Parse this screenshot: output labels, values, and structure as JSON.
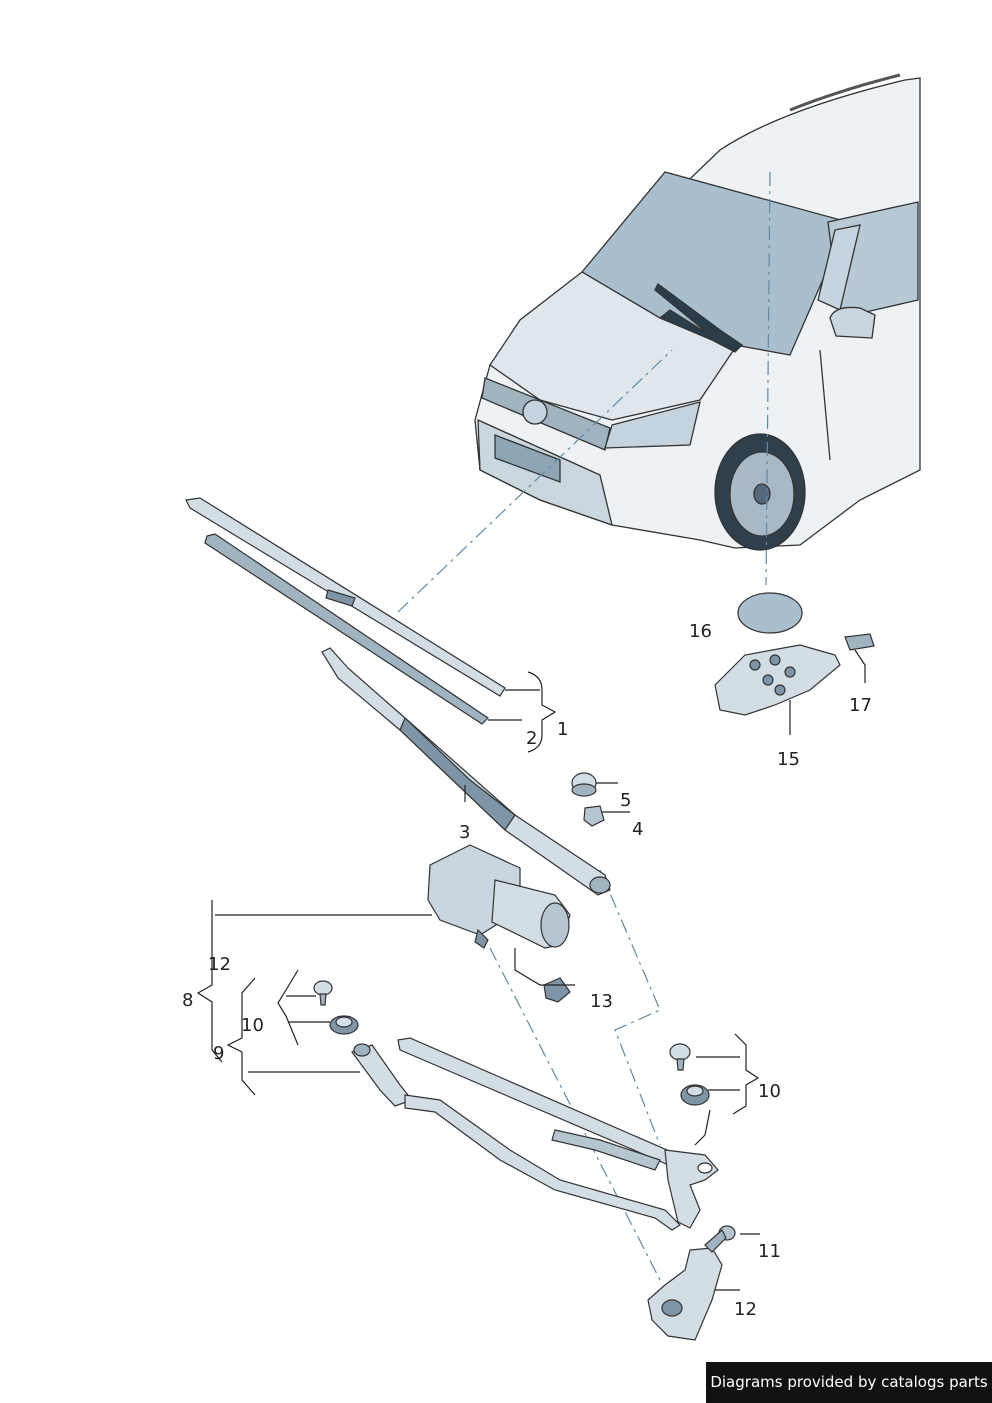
{
  "callouts": {
    "c1": "1",
    "c2": "2",
    "c3": "3",
    "c4": "4",
    "c5": "5",
    "c8": "8",
    "c9": "9",
    "c10a": "10",
    "c10b": "10",
    "c11": "11",
    "c12a": "12",
    "c12b": "12",
    "c13": "13",
    "c15": "15",
    "c16": "16",
    "c17": "17"
  },
  "footer": {
    "text": "Diagrams provided by catalogs parts"
  },
  "colors": {
    "part_fill": "#d3dde4",
    "part_dark": "#7d95a6",
    "line": "#222222",
    "guide": "#5f8aa8",
    "glass": "#a9bfcd"
  }
}
